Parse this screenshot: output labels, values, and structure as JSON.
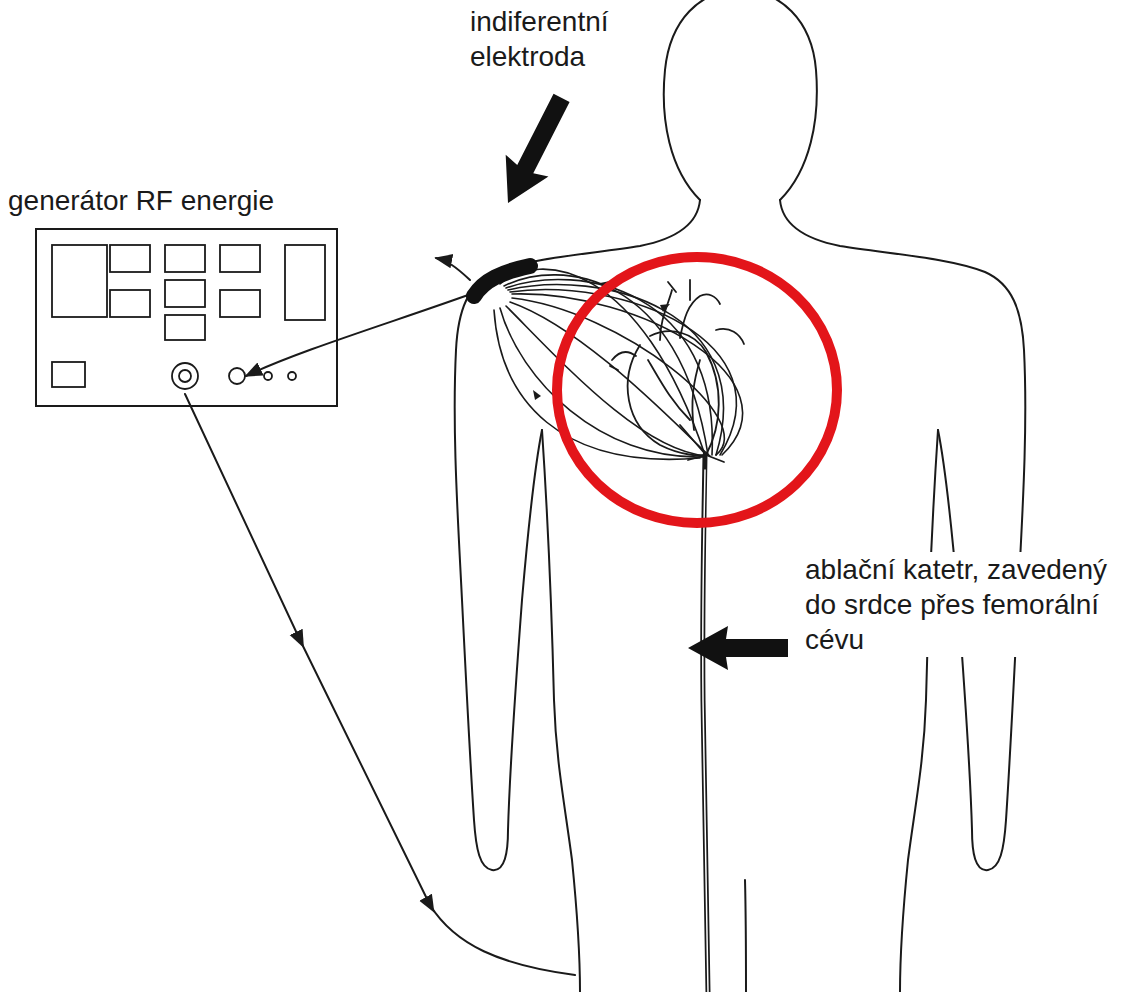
{
  "diagram": {
    "nodes": [
      {
        "text": [
          "generátor RF energie"
        ]
      }
    ],
    "labels": [
      "indiferentní elektroda",
      "ablační katetr, zavedený do srdce přes femorální cévu"
    ]
  }
}
